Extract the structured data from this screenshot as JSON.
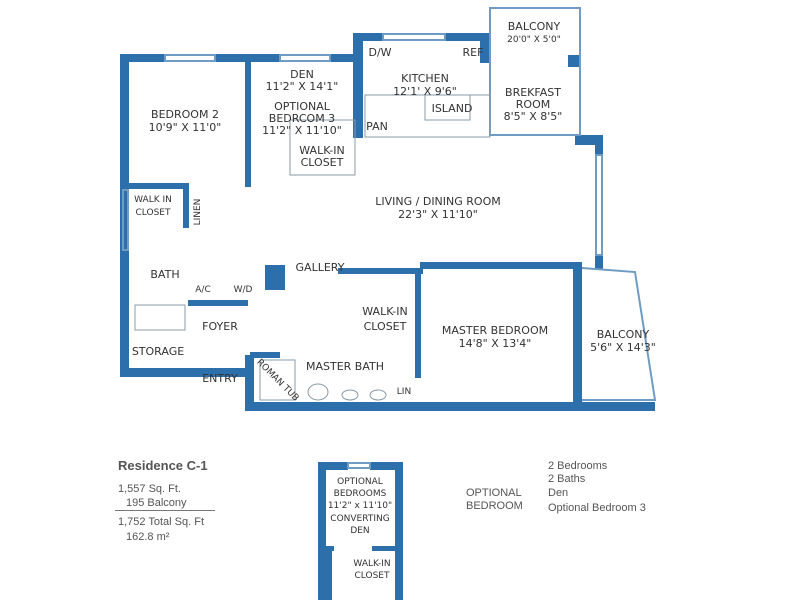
{
  "rooms": {
    "balcony_top": {
      "name": "BALCONY",
      "size": "20'0\" X 5'0\""
    },
    "kitchen": {
      "name": "KITCHEN",
      "size": "12'1' X 9'6\""
    },
    "dw": "D/W",
    "ref": "REF",
    "island": "ISLAND",
    "pan": "PAN",
    "breakfast": {
      "name1": "BREKFAST",
      "name2": "ROOM",
      "size": "8'5\" X 8'5\""
    },
    "den": {
      "name": "DEN",
      "size": "11'2\" X 14'1\""
    },
    "optional_bedroom3": {
      "name1": "OPTIONAL",
      "name2": "BEDRCOM 3",
      "size": "11'2\" X 11'10\""
    },
    "walkin_den": {
      "line1": "WALK-IN",
      "line2": "CLOSET"
    },
    "bedroom2": {
      "name": "BEDROOM 2",
      "size": "10'9\" X 11'0\""
    },
    "walkin_bed2": {
      "line1": "WALK IN",
      "line2": "CLOSET"
    },
    "linen": "LINEN",
    "living": {
      "name": "LIVING / DINING ROOM",
      "size": "22'3\" X 11'10\""
    },
    "bath": "BATH",
    "ac": "A/C",
    "wd": "W/D",
    "gallery": "GALLERY",
    "foyer": "FOYER",
    "storage": "STORAGE",
    "entry": "ENTRY",
    "walkin_master": {
      "line1": "WALK-IN",
      "line2": "CLOSET"
    },
    "master_bedroom": {
      "name": "MASTER BEDROOM",
      "size": "14'8\" X 13'4\""
    },
    "master_bath": "MASTER BATH",
    "roman_tub": "ROMAN TUB",
    "lin": "LIN",
    "balcony_right": {
      "name": "BALCONY",
      "size": "5'6\" X 14'3\""
    }
  },
  "residence": {
    "title": "Residence C-1",
    "sqft": "1,557 Sq. Ft.",
    "balcony": "195 Balcony",
    "total": "1,752 Total Sq. Ft",
    "metric": "162.8 m²"
  },
  "inset": {
    "line1": "OPTIONAL",
    "line2": "BEDROOMS",
    "size": "11'2\" x 11'10\"",
    "line3": "CONVERTING",
    "line4": "DEN",
    "closet1": "WALK-IN",
    "closet2": "CLOSET"
  },
  "legend": {
    "label1": "OPTIONAL",
    "label2": "BEDROOM",
    "features": [
      "2 Bedrooms",
      "2 Baths",
      "Den",
      "Optional Bedroom 3"
    ]
  }
}
